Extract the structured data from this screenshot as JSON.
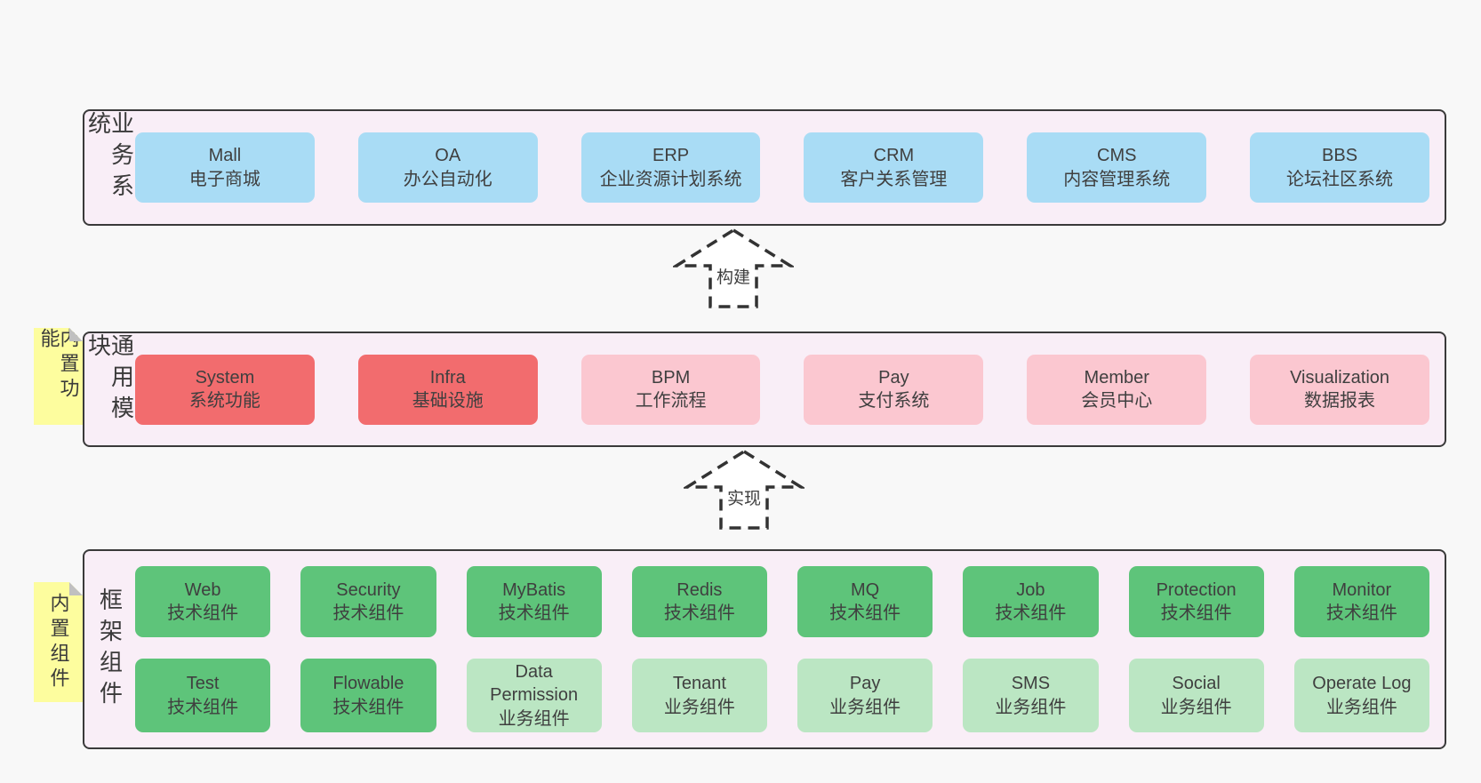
{
  "colors": {
    "page_bg": "#f8f8f8",
    "panel_bg": "#f9eef7",
    "panel_border": "#3a3a3a",
    "box_blue": "#a9dcf5",
    "box_red": "#f26c6e",
    "box_pink": "#fbc7d0",
    "box_green": "#5ec47a",
    "box_light_green": "#bbe6c3",
    "sticky_yellow": "#fdfd9e",
    "sticky_fold": "#c0c0c0",
    "text": "#3f3f3f",
    "arrow_stroke": "#333333"
  },
  "arrows": [
    {
      "label": "构建"
    },
    {
      "label": "实现"
    }
  ],
  "panels": [
    {
      "label": "业务系统",
      "rows": [
        [
          {
            "en": "Mall",
            "zh": "电子商城"
          },
          {
            "en": "OA",
            "zh": "办公自动化"
          },
          {
            "en": "ERP",
            "zh": "企业资源计划系统"
          },
          {
            "en": "CRM",
            "zh": "客户关系管理"
          },
          {
            "en": "CMS",
            "zh": "内容管理系统"
          },
          {
            "en": "BBS",
            "zh": "论坛社区系统"
          }
        ]
      ]
    },
    {
      "label": "通用模块",
      "sticky": "内置功能",
      "rows": [
        [
          {
            "en": "System",
            "zh": "系统功能"
          },
          {
            "en": "Infra",
            "zh": "基础设施"
          },
          {
            "en": "BPM",
            "zh": "工作流程"
          },
          {
            "en": "Pay",
            "zh": "支付系统"
          },
          {
            "en": "Member",
            "zh": "会员中心"
          },
          {
            "en": "Visualization",
            "zh": "数据报表"
          }
        ]
      ]
    },
    {
      "label": "框架组件",
      "sticky": "内置组件",
      "rows": [
        [
          {
            "en": "Web",
            "zh": "技术组件"
          },
          {
            "en": "Security",
            "zh": "技术组件"
          },
          {
            "en": "MyBatis",
            "zh": "技术组件"
          },
          {
            "en": "Redis",
            "zh": "技术组件"
          },
          {
            "en": "MQ",
            "zh": "技术组件"
          },
          {
            "en": "Job",
            "zh": "技术组件"
          },
          {
            "en": "Protection",
            "zh": "技术组件"
          },
          {
            "en": "Monitor",
            "zh": "技术组件"
          }
        ],
        [
          {
            "en": "Test",
            "zh": "技术组件"
          },
          {
            "en": "Flowable",
            "zh": "技术组件"
          },
          {
            "en": "Data Permission",
            "zh": "业务组件"
          },
          {
            "en": "Tenant",
            "zh": "业务组件"
          },
          {
            "en": "Pay",
            "zh": "业务组件"
          },
          {
            "en": "SMS",
            "zh": "业务组件"
          },
          {
            "en": "Social",
            "zh": "业务组件"
          },
          {
            "en": "Operate Log",
            "zh": "业务组件"
          }
        ]
      ]
    }
  ]
}
